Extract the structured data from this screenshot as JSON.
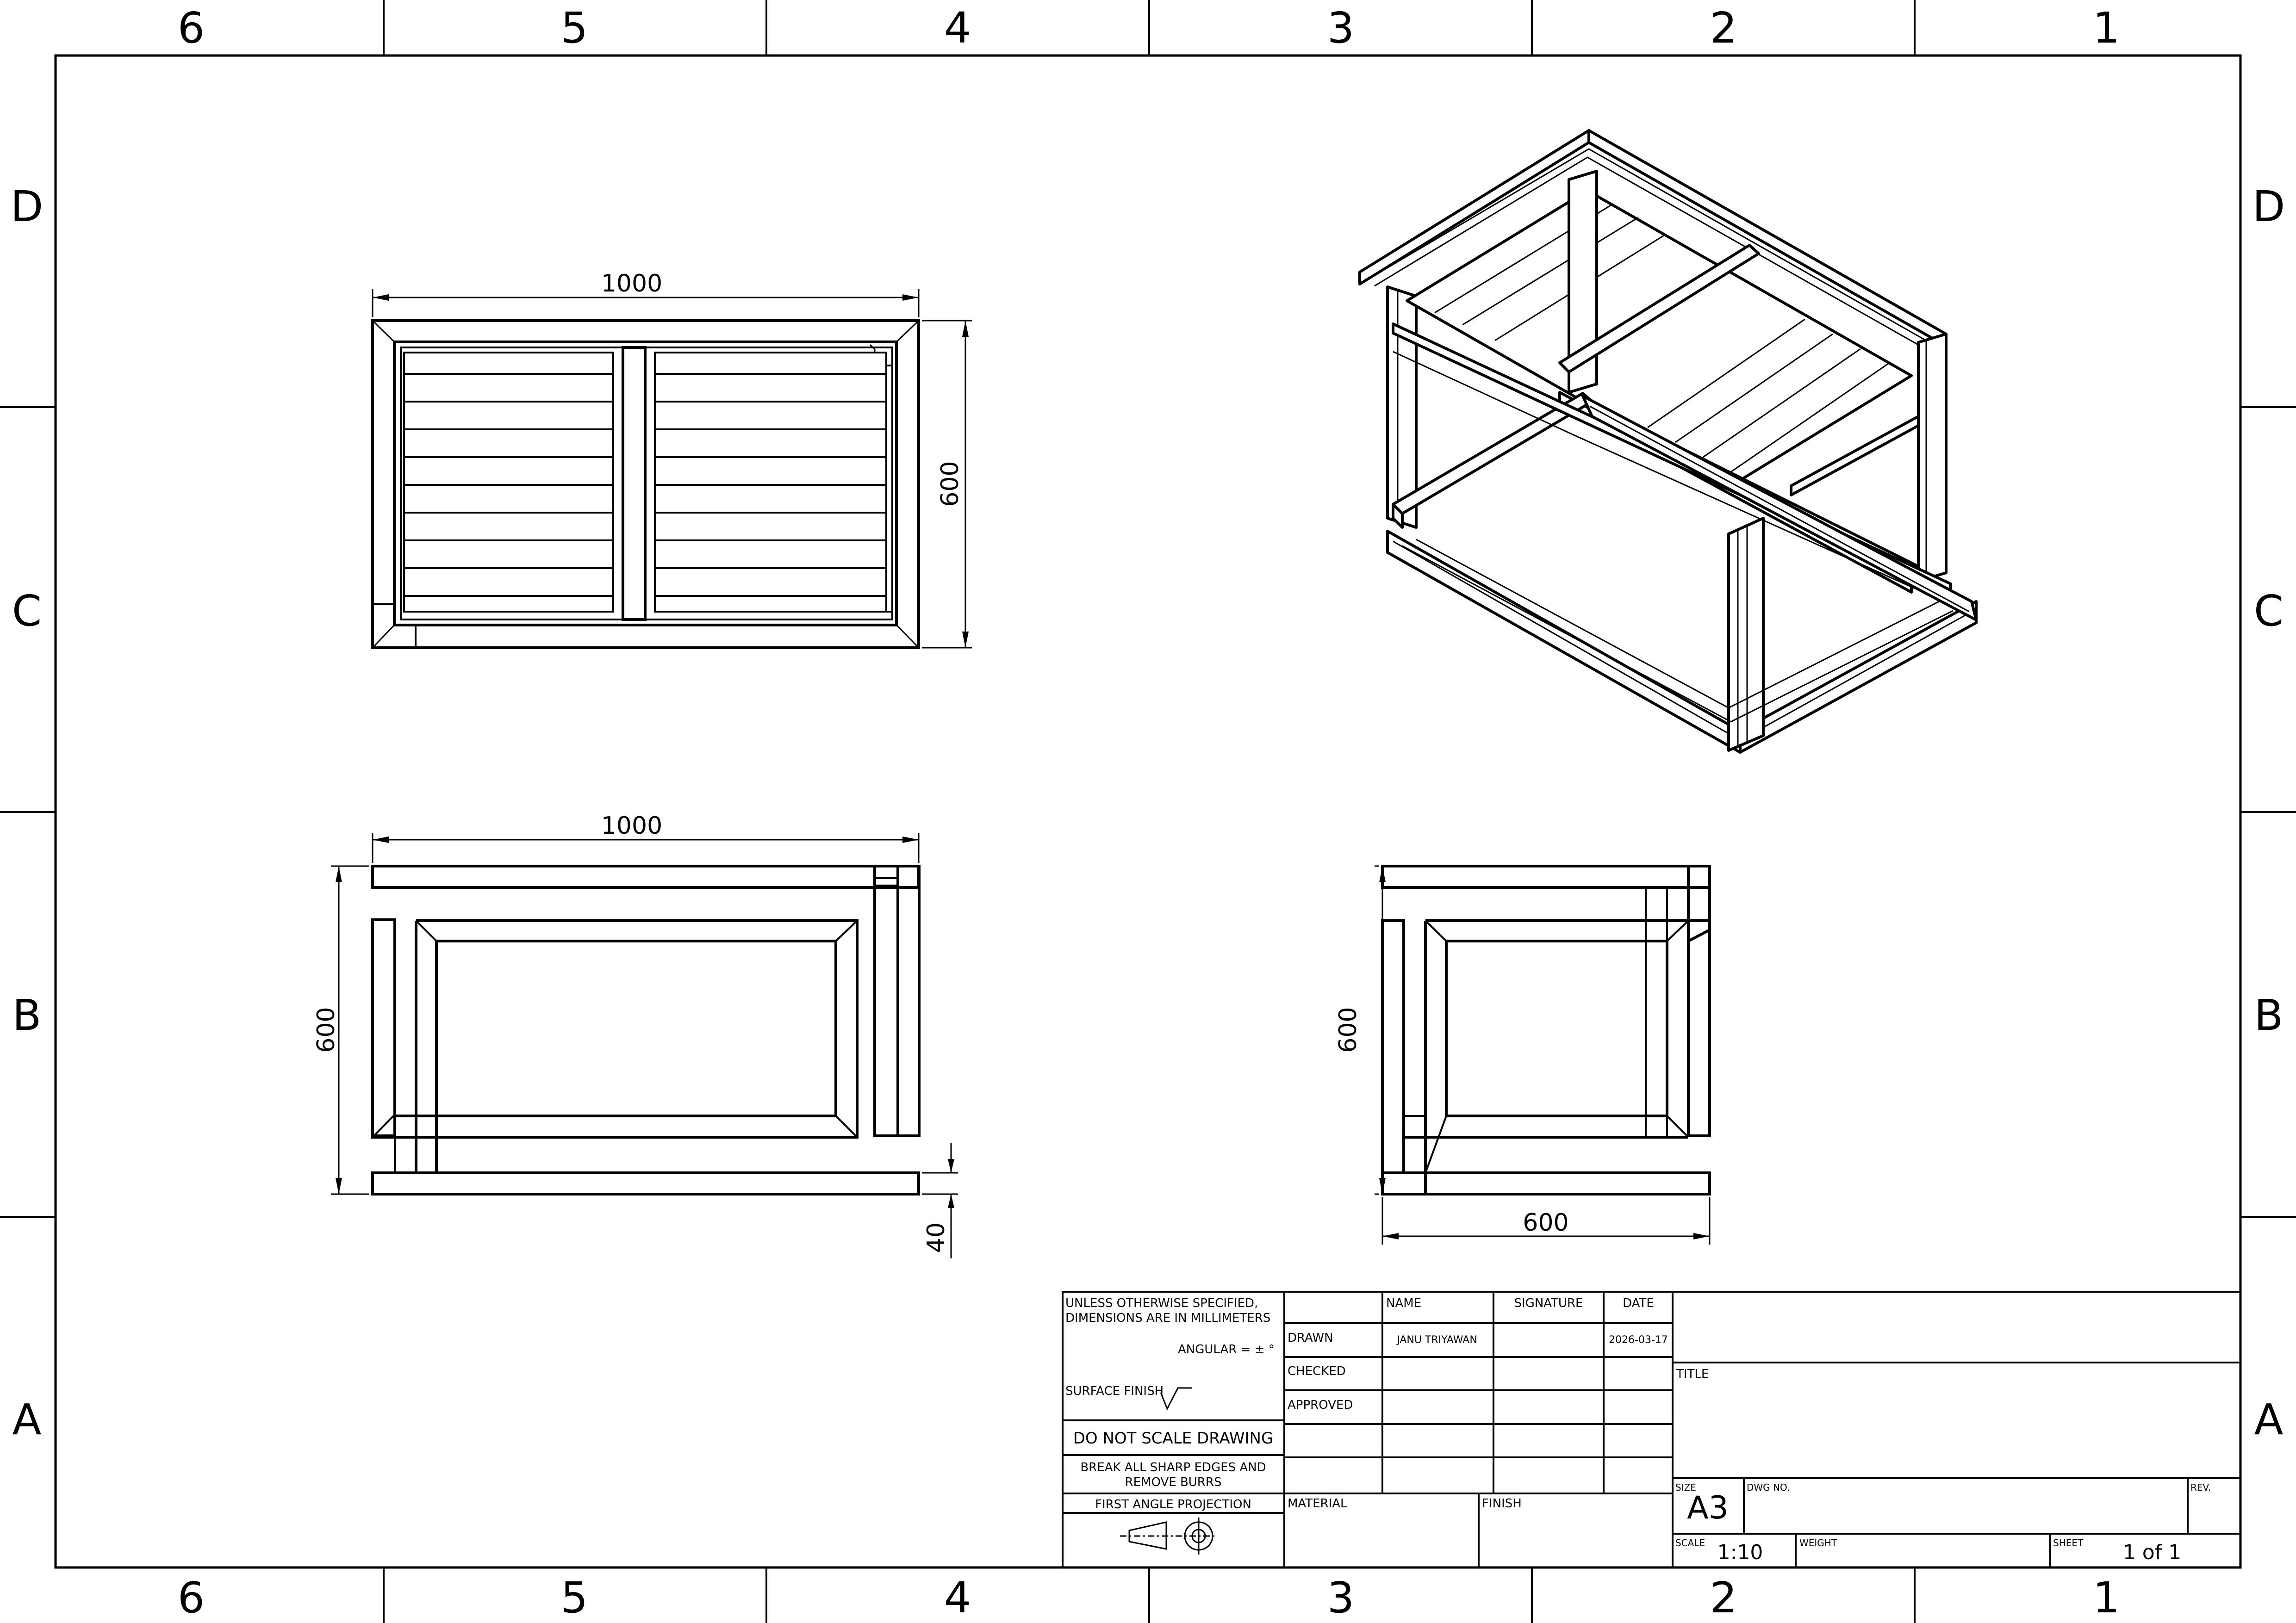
{
  "zones": {
    "columns": [
      "6",
      "5",
      "4",
      "3",
      "2",
      "1"
    ],
    "rows": [
      "D",
      "C",
      "B",
      "A"
    ]
  },
  "views": {
    "top": {
      "width": "1000",
      "depth": "600"
    },
    "front": {
      "width": "1000",
      "height": "600",
      "thickness": "40"
    },
    "side": {
      "width": "600",
      "height": "600"
    }
  },
  "title_block": {
    "notes_line1": "UNLESS OTHERWISE SPECIFIED,",
    "notes_line2": "DIMENSIONS ARE IN MILLIMETERS",
    "angular": "ANGULAR = ± °",
    "surface_finish": "SURFACE FINISH",
    "do_not_scale": "DO NOT SCALE DRAWING",
    "break_edges_line1": "BREAK ALL SHARP EDGES AND",
    "break_edges_line2": "REMOVE BURRS",
    "projection": "FIRST ANGLE PROJECTION",
    "header_name": "NAME",
    "header_signature": "SIGNATURE",
    "header_date": "DATE",
    "drawn_label": "DRAWN",
    "drawn_name": "JANU TRIYAWAN",
    "drawn_date": "2026-03-17",
    "checked_label": "CHECKED",
    "approved_label": "APPROVED",
    "material_label": "MATERIAL",
    "finish_label": "FINISH",
    "title_label": "TITLE",
    "size_label": "SIZE",
    "size_value": "A3",
    "dwg_no_label": "DWG NO.",
    "rev_label": "REV.",
    "scale_label": "SCALE",
    "scale_value": "1:10",
    "weight_label": "WEIGHT",
    "sheet_label": "SHEET",
    "sheet_value": "1 of 1"
  }
}
